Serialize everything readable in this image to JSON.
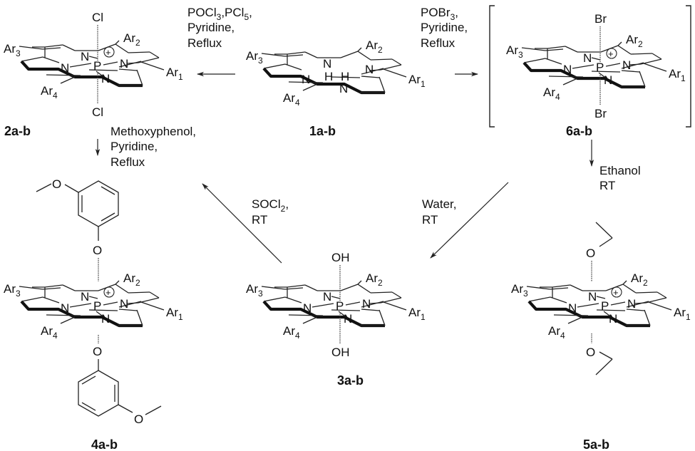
{
  "scheme": {
    "compounds": [
      {
        "id": "1",
        "label": "1a-b",
        "core": "free-base",
        "top": null,
        "bottom": null,
        "charge": false
      },
      {
        "id": "2",
        "label": "2a-b",
        "core": "phosphorus",
        "top": "Cl",
        "bottom": "Cl",
        "charge": true
      },
      {
        "id": "6",
        "label": "6a-b",
        "core": "phosphorus",
        "top": "Br",
        "bottom": "Br",
        "charge": true,
        "bracketed": true
      },
      {
        "id": "3",
        "label": "3a-b",
        "core": "phosphorus",
        "top": "OH",
        "bottom": "OH",
        "charge": false
      },
      {
        "id": "4",
        "label": "4a-b",
        "core": "phosphorus",
        "top": "O",
        "bottom": "O",
        "charge": true,
        "axial_group": "3-methoxyphenyl"
      },
      {
        "id": "5",
        "label": "5a-b",
        "core": "phosphorus",
        "top": "O",
        "bottom": "O",
        "charge": true,
        "axial_group": "ethyl"
      }
    ],
    "atoms": {
      "N": "N",
      "P": "P",
      "H": "H",
      "O": "O",
      "plus": "+",
      "Ar": "Ar",
      "ar1": "1",
      "ar2": "2",
      "ar3": "3",
      "ar4": "4"
    },
    "reactions": [
      {
        "id": "r1",
        "from": "1a-b",
        "to": "2a-b",
        "conditions": [
          {
            "main": "POCl",
            "sub": "3",
            "main2": ",PCl",
            "sub2": "5",
            "tail": ","
          },
          {
            "main": "Pyridine,"
          },
          {
            "main": "Reflux"
          }
        ]
      },
      {
        "id": "r2",
        "from": "1a-b",
        "to": "6a-b",
        "conditions": [
          {
            "main": "POBr",
            "sub": "3",
            "tail": ","
          },
          {
            "main": "Pyridine,"
          },
          {
            "main": "Reflux"
          }
        ]
      },
      {
        "id": "r3",
        "from": "2a-b",
        "to": "4a-b",
        "conditions": [
          {
            "main": "Methoxyphenol,"
          },
          {
            "main": "Pyridine,"
          },
          {
            "main": "Reflux"
          }
        ]
      },
      {
        "id": "r4",
        "from": "6a-b",
        "to": "5a-b",
        "conditions": [
          {
            "main": "Ethanol"
          },
          {
            "main": "RT"
          }
        ]
      },
      {
        "id": "r5",
        "from": "6a-b",
        "to": "3a-b",
        "conditions": [
          {
            "main": "Water,"
          },
          {
            "main": "RT"
          }
        ]
      },
      {
        "id": "r6",
        "from": "3a-b",
        "to": "2a-b",
        "conditions": [
          {
            "main": "SOCl",
            "sub": "2",
            "tail": ","
          },
          {
            "main": "RT"
          }
        ]
      }
    ]
  }
}
